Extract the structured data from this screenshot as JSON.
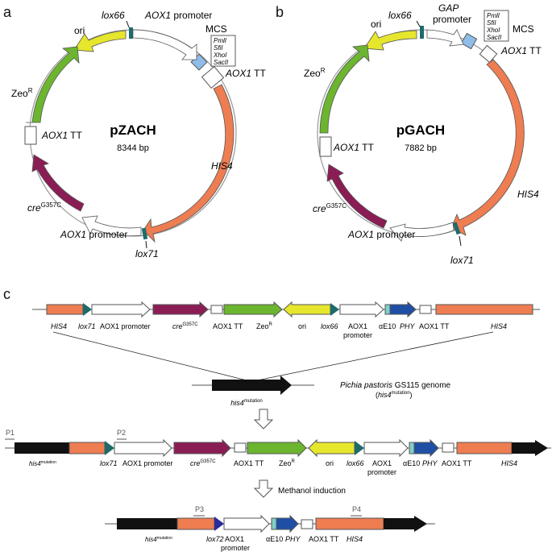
{
  "panels": {
    "a": {
      "letter": "a",
      "name": "pZACH",
      "size": "8344 bp",
      "labels": {
        "ori": "ori",
        "lox66": "lox66",
        "aox1_promoter_top": "AOX1",
        "promoter_word": "promoter",
        "mcs": "MCS",
        "aox1_tt_right": "AOX1",
        "tt_word": "TT",
        "zeo": "Zeo",
        "zeo_sup": "R",
        "aox1_tt_left": "AOX1",
        "his4": "HIS4",
        "cre": "cre",
        "cre_sup": "G357C",
        "aox1_promoter_bottom": "AOX1",
        "lox71": "lox71"
      },
      "mcs_sites": [
        "PmlI",
        "SfiI",
        "XhoI",
        "SacII"
      ]
    },
    "b": {
      "letter": "b",
      "name": "pGACH",
      "size": "7882 bp",
      "labels": {
        "ori": "ori",
        "lox66": "lox66",
        "gap": "GAP",
        "promoter_word": "promoter",
        "mcs": "MCS",
        "aox1_tt_right": "AOX1",
        "tt_word": "TT",
        "zeo": "Zeo",
        "zeo_sup": "R",
        "aox1_tt_left": "AOX1",
        "his4": "HIS4",
        "cre": "cre",
        "cre_sup": "G357C",
        "aox1_promoter_bottom": "AOX1",
        "lox71": "lox71"
      },
      "mcs_sites": [
        "PmlI",
        "SfiI",
        "XhoI",
        "SacII"
      ]
    },
    "c": {
      "letter": "c",
      "construct": [
        "HIS4",
        "lox71",
        "AOX1 promoter",
        "cre",
        "G357C",
        "AOX1 TT",
        "Zeo",
        "R",
        "ori",
        "lox66",
        "AOX1",
        "promoter",
        "αE10",
        "PHY",
        "AOX1 TT",
        "HIS4"
      ],
      "genome_line1_italic": "Pichia pastoris",
      "genome_line1_rest": " GS115 genome",
      "genome_line2": "his4",
      "genome_line2_sup": "mutation",
      "his4_mut": "his4",
      "his4_mut_sup": "mutation",
      "p1": "P1",
      "p2": "P2",
      "p3": "P3",
      "p4": "P4",
      "methanol": "Methanol induction",
      "lox72": "lox72",
      "final_aox1": "AOX1",
      "final_promoter": "promoter"
    }
  },
  "colors": {
    "his4": "#ee7d52",
    "zeo": "#6cb52f",
    "ori": "#e6e62d",
    "cre": "#8b1d55",
    "phy": "#1f4fa5",
    "lox": "#1f6a6a",
    "lox72": "#2b2b9b",
    "mcs": "#8fbde8",
    "black": "#111111"
  }
}
